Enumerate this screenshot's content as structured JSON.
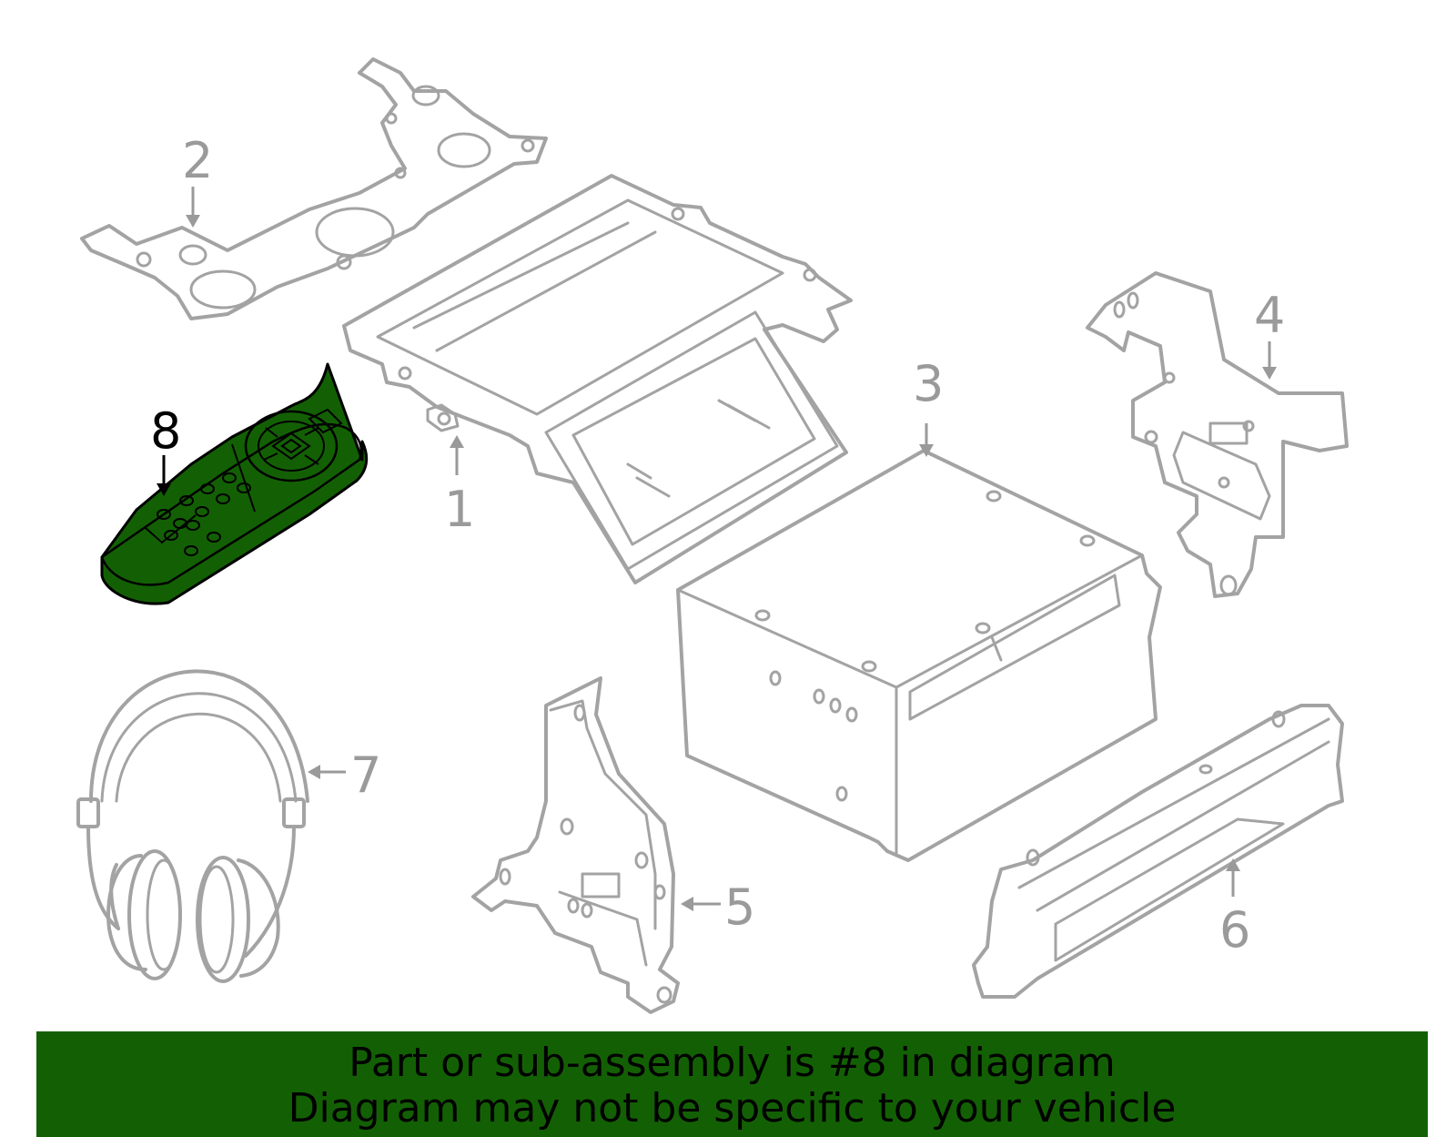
{
  "colors": {
    "highlight": "#136004",
    "outline": "#a3a3a3",
    "label": "#9a9a9a",
    "banner_bg": "#136004"
  },
  "callouts": {
    "c1": "1",
    "c2": "2",
    "c3": "3",
    "c4": "4",
    "c5": "5",
    "c6": "6",
    "c7": "7",
    "c8": "8"
  },
  "highlighted_part": "8",
  "banner": {
    "line1": "Part or sub-assembly is #8 in diagram",
    "line2": "Diagram may not be specific to your vehicle"
  }
}
